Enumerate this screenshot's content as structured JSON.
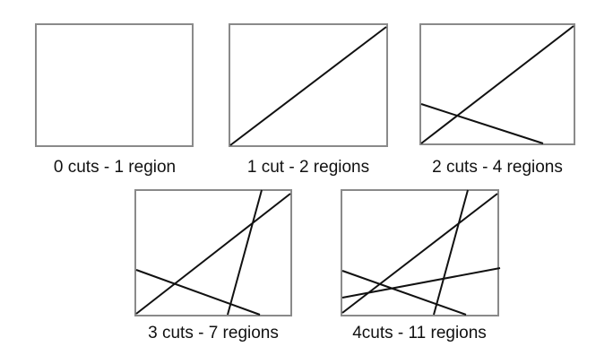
{
  "panels": [
    {
      "caption": "0 cuts - 1 region"
    },
    {
      "caption": "1 cut - 2 regions"
    },
    {
      "caption": "2 cuts - 4 regions"
    },
    {
      "caption": "3 cuts - 7 regions"
    },
    {
      "caption": "4cuts - 11 regions"
    }
  ]
}
